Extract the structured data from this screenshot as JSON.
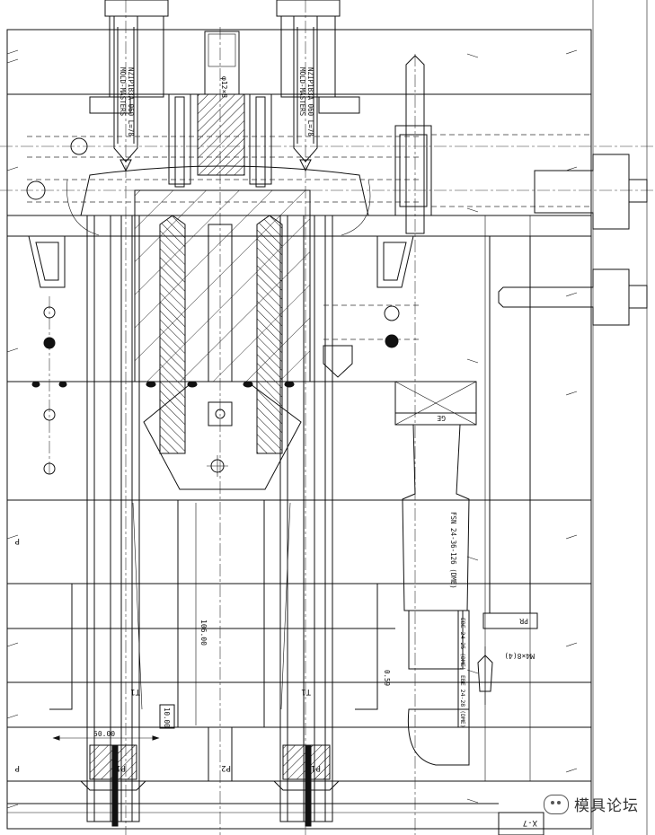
{
  "labels": {
    "nozzle_left": "NZIP1B3A 060 L=78",
    "nozzle_left_brand": "MOLD-MASTERS",
    "nozzle_right": "NZIP1B3A 060 L=78",
    "nozzle_right_brand": "MOLD-MASTERS",
    "bolt_center": "φ12×8",
    "guide_label": "GE",
    "spring_spec": "FSN 24-36-126 (DME)",
    "support_label_a": "EBE 24-25 (DME)",
    "support_label_b": "EBE 24-28 (DME)",
    "pr_label": "PR",
    "screw_label": "M4×8(4)",
    "dim_106": "106.00",
    "dim_50": "50.00",
    "dim_10": "10.00",
    "dim_059": "0.59",
    "t1_left": "T1",
    "t1_right": "T1",
    "p1_left": "P1",
    "p2": "P2",
    "p1_right": "P1",
    "x7": "X-7",
    "p_left_edge": "P"
  },
  "watermark": {
    "icon": "wechat-icon",
    "text": "模具论坛"
  },
  "colors": {
    "line": "#111111",
    "background": "#ffffff"
  }
}
